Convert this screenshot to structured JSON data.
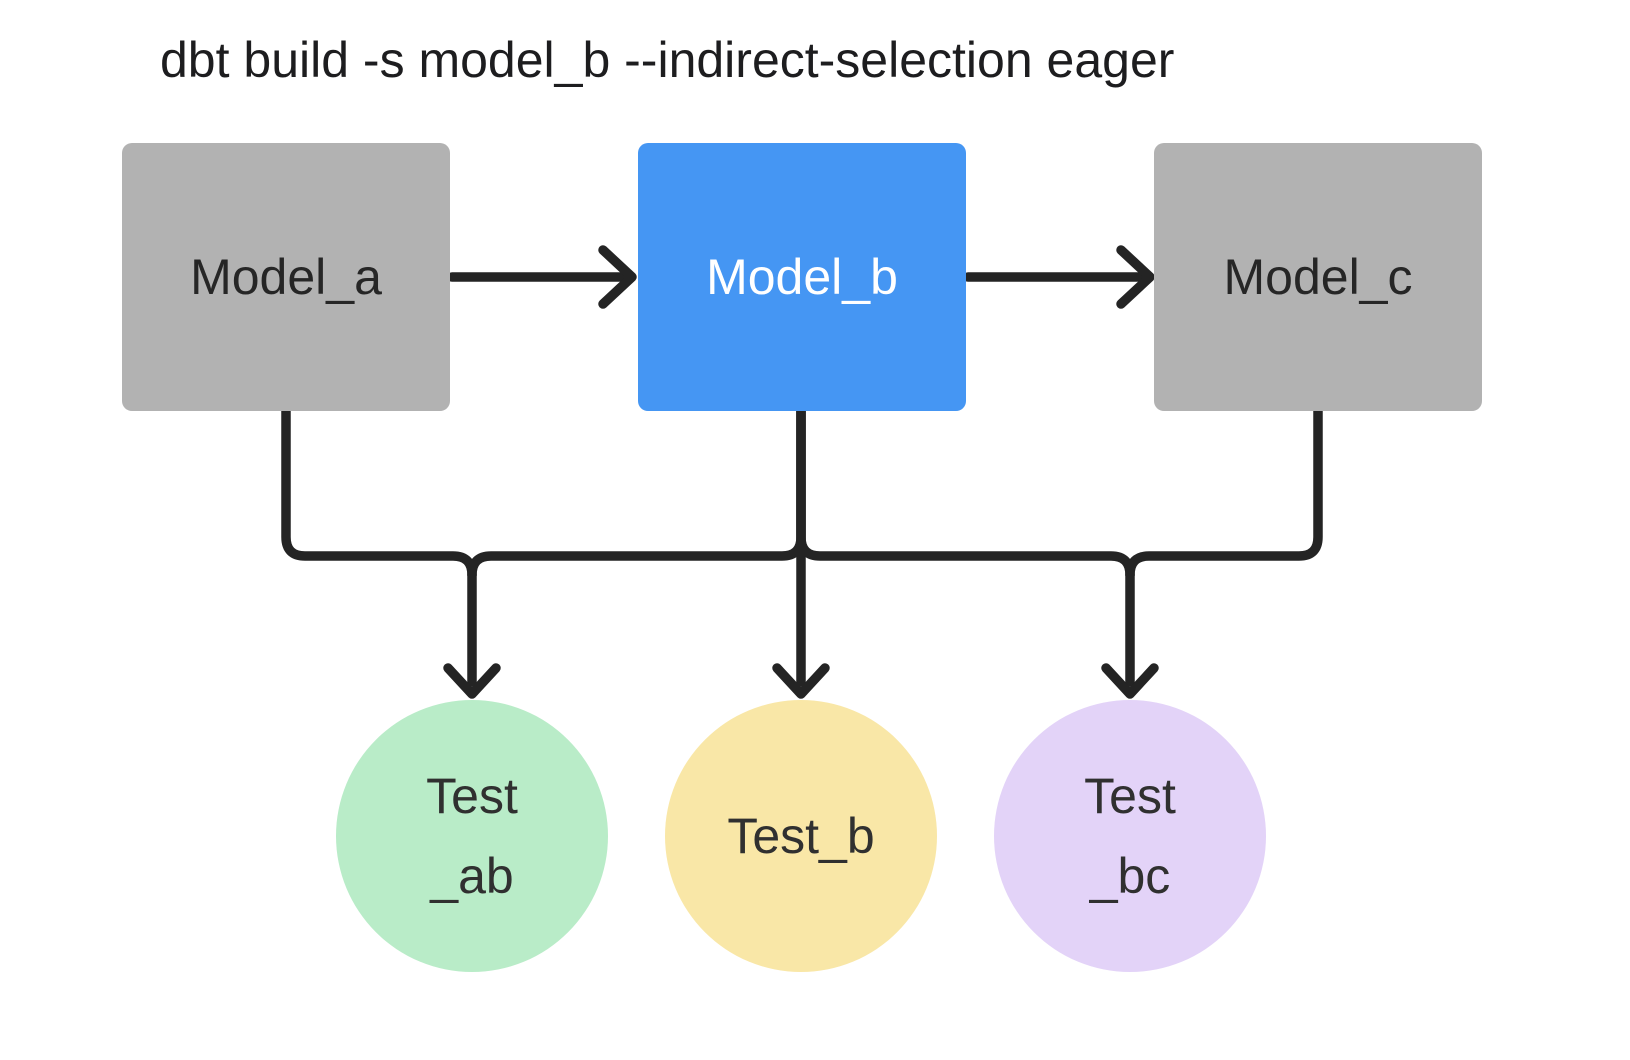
{
  "title": "dbt build -s model_b --indirect-selection eager",
  "colors": {
    "background": "#ffffff",
    "edge_stroke": "#242424",
    "title_text": "#1d1d1f",
    "model_selected": "#4596f3",
    "model_unselected": "#b2b2b2",
    "model_label_dark": "#262626",
    "model_label_light": "#ffffff",
    "test_ab_fill": "#b9ecc8",
    "test_b_fill": "#f9e7a7",
    "test_bc_fill": "#e3d3f8",
    "test_label": "#303030"
  },
  "models": [
    {
      "id": "model_a",
      "label": "Model_a",
      "color": "#b2b2b2",
      "text_color": "#262626",
      "selected": false
    },
    {
      "id": "model_b",
      "label": "Model_b",
      "color": "#4596f3",
      "text_color": "#ffffff",
      "selected": true
    },
    {
      "id": "model_c",
      "label": "Model_c",
      "color": "#b2b2b2",
      "text_color": "#262626",
      "selected": false
    }
  ],
  "tests": [
    {
      "id": "test_ab",
      "lines": [
        "Test",
        "_ab"
      ],
      "color": "#b9ecc8"
    },
    {
      "id": "test_b",
      "lines": [
        "Test_b"
      ],
      "color": "#f9e7a7"
    },
    {
      "id": "test_bc",
      "lines": [
        "Test",
        "_bc"
      ],
      "color": "#e3d3f8"
    }
  ],
  "edges": [
    {
      "from": "model_a",
      "to": "model_b"
    },
    {
      "from": "model_b",
      "to": "model_c"
    },
    {
      "from": "model_a",
      "to": "test_ab"
    },
    {
      "from": "model_b",
      "to": "test_ab"
    },
    {
      "from": "model_b",
      "to": "test_b"
    },
    {
      "from": "model_b",
      "to": "test_bc"
    },
    {
      "from": "model_c",
      "to": "test_bc"
    }
  ]
}
